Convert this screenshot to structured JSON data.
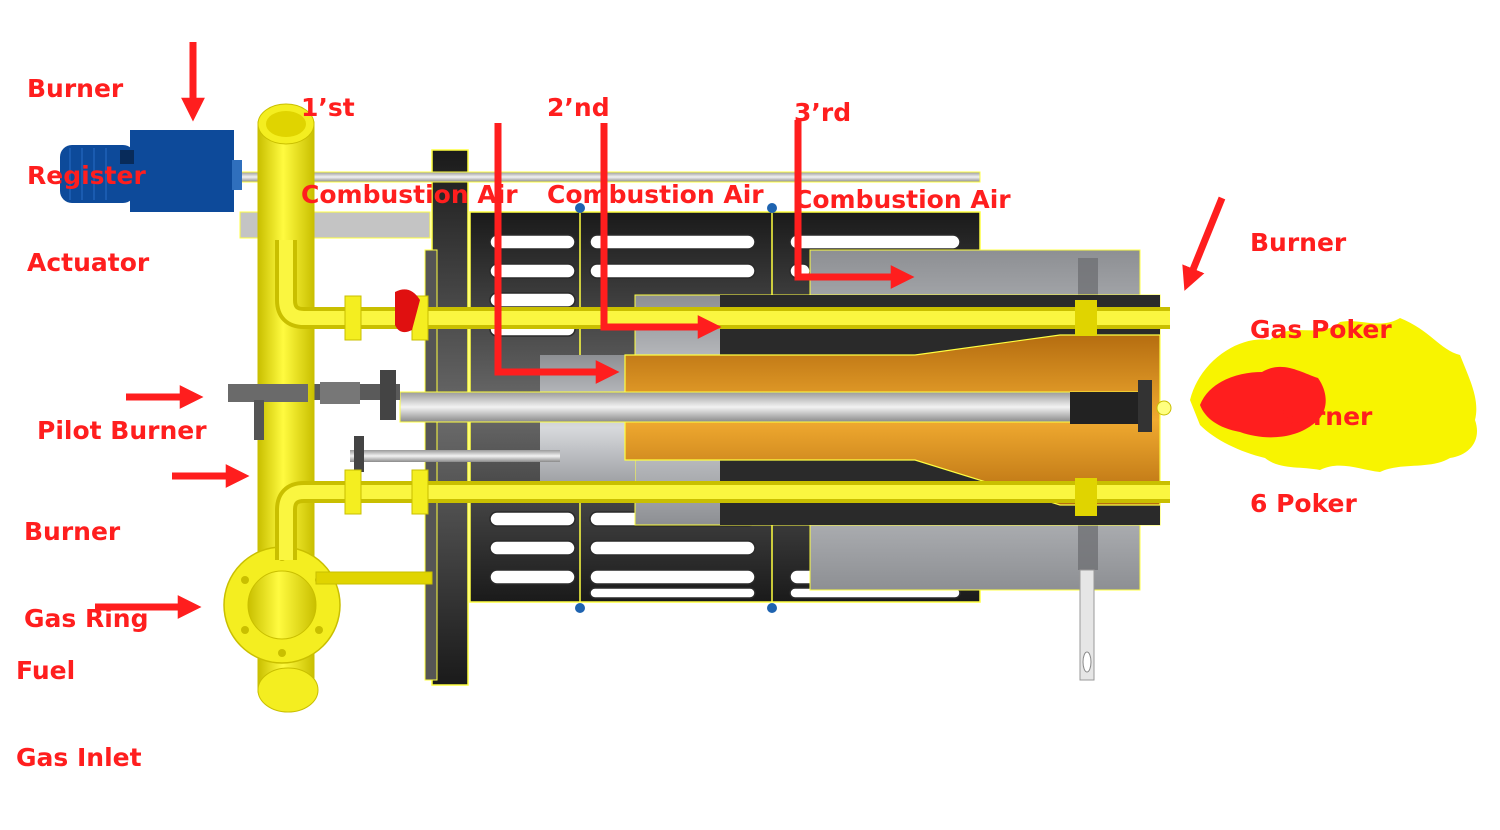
{
  "colors": {
    "label": "#ff1e1e",
    "pipe": "#f5ef00",
    "pipe_dark": "#c9b800",
    "actuator": "#0d4a9a",
    "cone": "#e09a1c",
    "steel": "#3a3a3a",
    "steel_light": "#c8c8c8",
    "flame_outer": "#f8f400",
    "flame_inner": "#ff1e1e"
  },
  "labels": {
    "register_actuator": [
      "Burner",
      "Register",
      "Actuator"
    ],
    "first_air": [
      "1’st",
      "Combustion Air"
    ],
    "second_air": [
      "2’nd",
      "Combustion Air"
    ],
    "third_air": [
      "3’rd",
      "Combustion Air"
    ],
    "gas_poker": [
      "Burner",
      "Gas Poker",
      "1 Burner",
      "6 Poker"
    ],
    "pilot_burner": [
      "Pilot Burner"
    ],
    "gas_ring": [
      "Burner",
      "Gas Ring"
    ],
    "fuel_inlet": [
      "Fuel",
      "Gas Inlet"
    ]
  }
}
